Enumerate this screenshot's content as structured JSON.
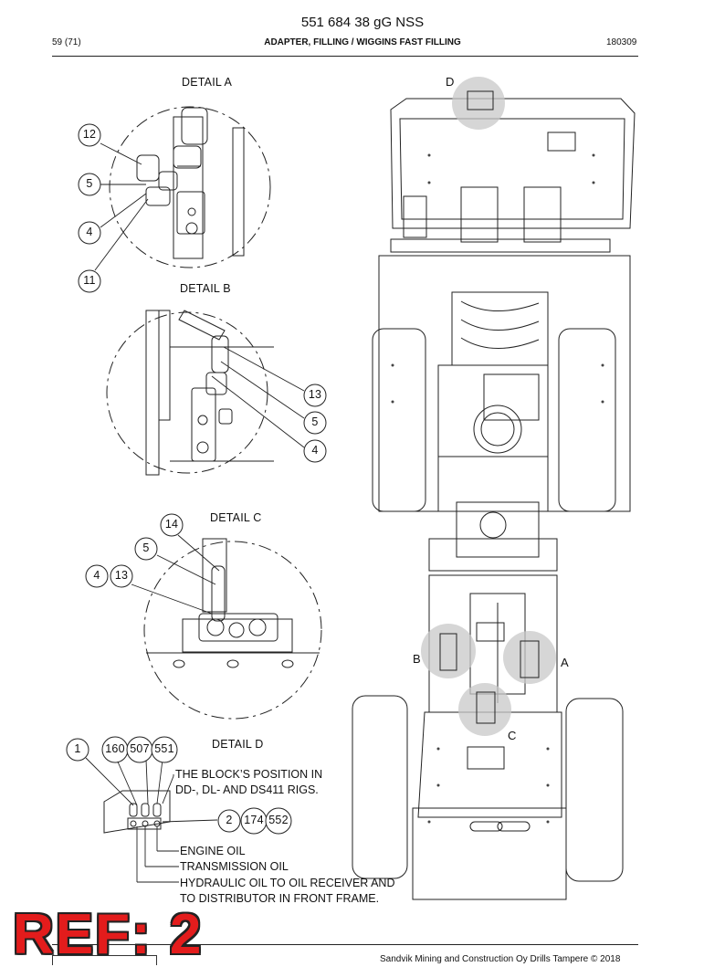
{
  "header": {
    "doc_number": "551 684 38 gG NSS",
    "page": "59 (71)",
    "section_title": "ADAPTER, FILLING / WIGGINS FAST FILLING",
    "date_code": "180309"
  },
  "details": {
    "a": {
      "title": "DETAIL A",
      "callouts": [
        "12",
        "5",
        "4",
        "11"
      ]
    },
    "b": {
      "title": "DETAIL B",
      "callouts": [
        "13",
        "5",
        "4"
      ]
    },
    "c": {
      "title": "DETAIL C",
      "callouts": [
        "14",
        "5",
        "4",
        "13"
      ]
    },
    "d": {
      "title": "DETAIL D",
      "callouts_top": [
        "1",
        "160",
        "507",
        "551"
      ],
      "callouts_mid": [
        "2",
        "174",
        "552"
      ]
    }
  },
  "notes": {
    "block_position": [
      "THE BLOCK’S POSITION IN",
      "DD-, DL- AND DS411 RIGS."
    ],
    "engine_oil": "ENGINE OIL",
    "transmission_oil": "TRANSMISSION OIL",
    "hydraulic_oil": [
      "HYDRAULIC OIL TO OIL RECEIVER AND",
      "TO DISTRIBUTOR IN FRONT FRAME."
    ]
  },
  "machine_markers": {
    "a": "A",
    "b": "B",
    "c": "C",
    "d": "D"
  },
  "stamp": "REF: 2",
  "footer": {
    "copyright": "Sandvik Mining and Construction Oy Drills Tampere © 2018"
  },
  "colors": {
    "stamp_red": "#e31c1c",
    "highlight_grey": "#c8c8c8"
  }
}
